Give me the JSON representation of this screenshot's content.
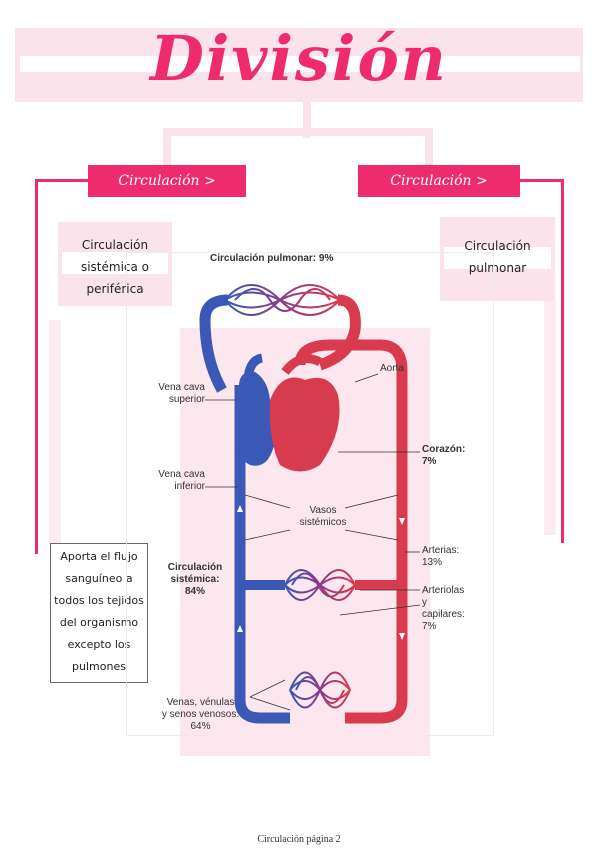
{
  "title": "División",
  "left_header": "Circulación >",
  "right_header": "Circulación >",
  "left_card": [
    "Circulación",
    "sistémica o",
    "periférica"
  ],
  "right_card": [
    "Circulación",
    "pulmonar"
  ],
  "note": [
    "Aporta el flujo",
    "sanguíneo a",
    "todos los tejidos",
    "del organismo",
    "excepto los",
    "pulmones"
  ],
  "diagram": {
    "pulmonary": "Circulación pulmonar: 9%",
    "aorta": "Aorta",
    "vena_cava_sup": [
      "Vena cava",
      "superior"
    ],
    "vena_cava_inf": [
      "Vena cava",
      "inferior"
    ],
    "heart": [
      "Corazón:",
      "7%"
    ],
    "vessels": [
      "Vasos",
      "sistémicos"
    ],
    "systemic": [
      "Circulación",
      "sistémica:",
      "84%"
    ],
    "arteries": [
      "Arterias:",
      "13%"
    ],
    "arterioles": [
      "Arteriolas",
      "y",
      "capilares:",
      "7%"
    ],
    "veins": [
      "Venas, vénulas",
      "y senos venosos:",
      "64%"
    ]
  },
  "footer": "Circulación página 2",
  "colors": {
    "accent": "#ee2b6c",
    "band": "#fbe3ec",
    "artery": "#d83a4e",
    "vein": "#3a58b5",
    "capillary": "#8a3a8a"
  }
}
